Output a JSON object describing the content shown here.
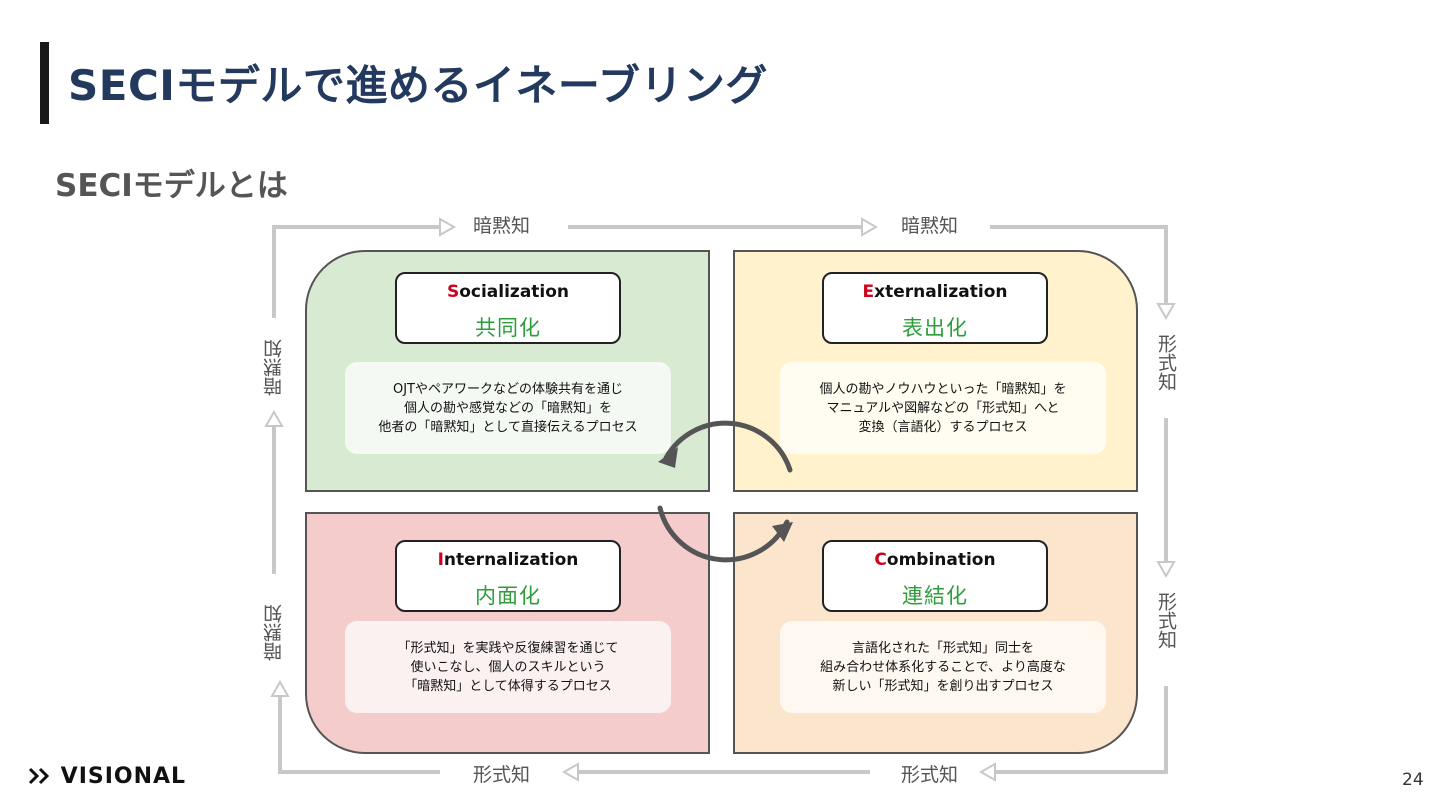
{
  "slide": {
    "title": "SECIモデルで進めるイネーブリング",
    "subtitle": "SECIモデルとは",
    "page_number": "24",
    "logo_text": "VISIONAL"
  },
  "quadrants": {
    "socialization": {
      "en_first": "S",
      "en_rest": "ocialization",
      "jp": "共同化",
      "desc": [
        "OJTやペアワークなどの体験共有を通じ",
        "個人の勘や感覚などの「暗黙知」を",
        "他者の「暗黙知」として直接伝えるプロセス"
      ],
      "color": "#d9ead3"
    },
    "externalization": {
      "en_first": "E",
      "en_rest": "xternalization",
      "jp": "表出化",
      "desc": [
        "個人の勘やノウハウといった「暗黙知」を",
        "マニュアルや図解などの「形式知」へと",
        "変換（言語化）するプロセス"
      ],
      "color": "#fff2cc"
    },
    "internalization": {
      "en_first": "I",
      "en_rest": "nternalization",
      "jp": "内面化",
      "desc": [
        "「形式知」を実践や反復練習を通じて",
        "使いこなし、個人のスキルという",
        "「暗黙知」として体得するプロセス"
      ],
      "color": "#f4cccc"
    },
    "combination": {
      "en_first": "C",
      "en_rest": "ombination",
      "jp": "連結化",
      "desc": [
        "言語化された「形式知」同士を",
        "組み合わせ体系化することで、より高度な",
        "新しい「形式知」を創り出すプロセス"
      ],
      "color": "#fce5cd"
    }
  },
  "flow_labels": {
    "top_left": "暗黙知",
    "top_right": "暗黙知",
    "right_top": "形式知",
    "right_bottom": "形式知",
    "bottom_right": "形式知",
    "bottom_left": "形式知",
    "left_bottom": "暗黙知",
    "left_top": "暗黙知"
  },
  "icons": [
    "cycle-arrow-icon",
    "flow-arrow-icon",
    "visional-chevron-icon"
  ]
}
